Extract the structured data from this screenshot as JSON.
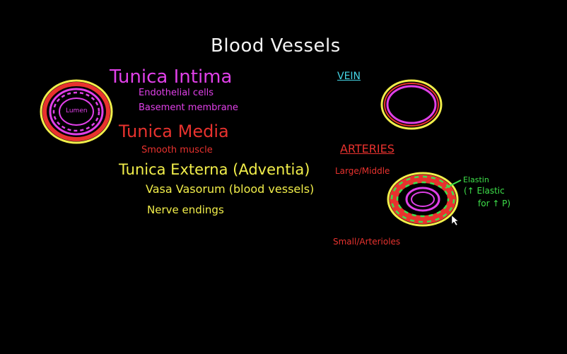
{
  "title": "Blood Vessels",
  "layers": {
    "intima": {
      "name": "Tunica Intima",
      "details": [
        "Endothelial cells",
        "Basement membrane"
      ]
    },
    "media": {
      "name": "Tunica Media",
      "details": [
        "Smooth muscle"
      ]
    },
    "externa": {
      "name": "Tunica Externa (Adventia)",
      "details": [
        "Vasa Vasorum (blood vessels)",
        "Nerve endings"
      ]
    }
  },
  "vessel_label": "Lumen",
  "vein": {
    "label": "VEIN"
  },
  "arteries": {
    "label": "ARTERIES",
    "large_middle": "Large/Middle",
    "small": "Small/Arterioles",
    "elastin": "Elastin",
    "elastic_note_1": "(↑ Elastic",
    "elastic_note_2": "for ↑ P)"
  },
  "colors": {
    "background": "#000000",
    "white": "#f4f4f4",
    "pink": "#e040e8",
    "red": "#e8322e",
    "yellow": "#f2ee4a",
    "cyan": "#45d6e6",
    "green": "#3ee04a"
  }
}
